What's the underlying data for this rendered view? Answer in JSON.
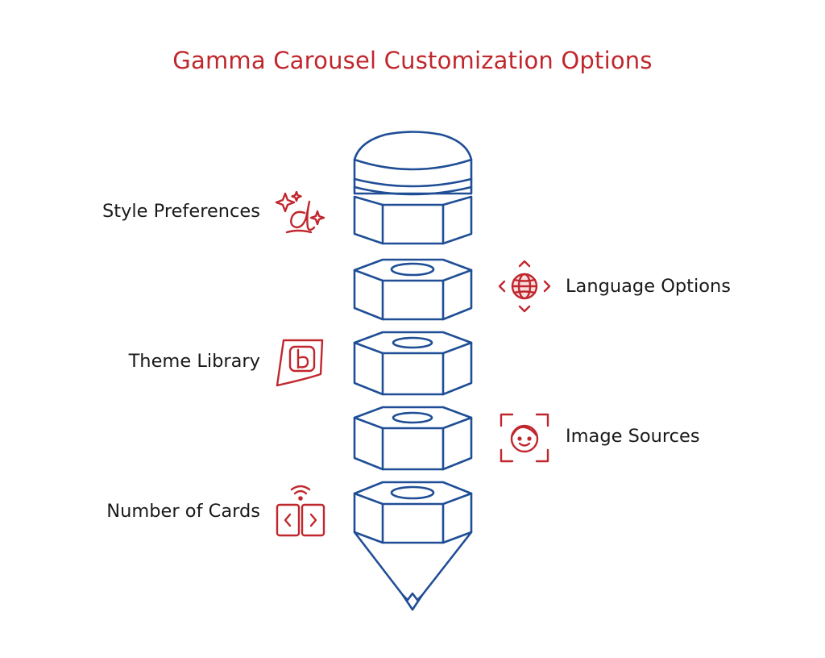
{
  "title": "Gamma Carousel Customization Options",
  "colors": {
    "title": "#c0272d",
    "icon": "#c0272d",
    "stack": "#1f4e96",
    "text": "#1a1a1a"
  },
  "items": [
    {
      "label": "Style Preferences",
      "icon": "sparkle-d-icon",
      "side": "left"
    },
    {
      "label": "Language Options",
      "icon": "globe-arrows-icon",
      "side": "right"
    },
    {
      "label": "Theme Library",
      "icon": "theme-b-icon",
      "side": "left"
    },
    {
      "label": "Image Sources",
      "icon": "face-frame-icon",
      "side": "right"
    },
    {
      "label": "Number of Cards",
      "icon": "cards-arrows-icon",
      "side": "left"
    }
  ]
}
